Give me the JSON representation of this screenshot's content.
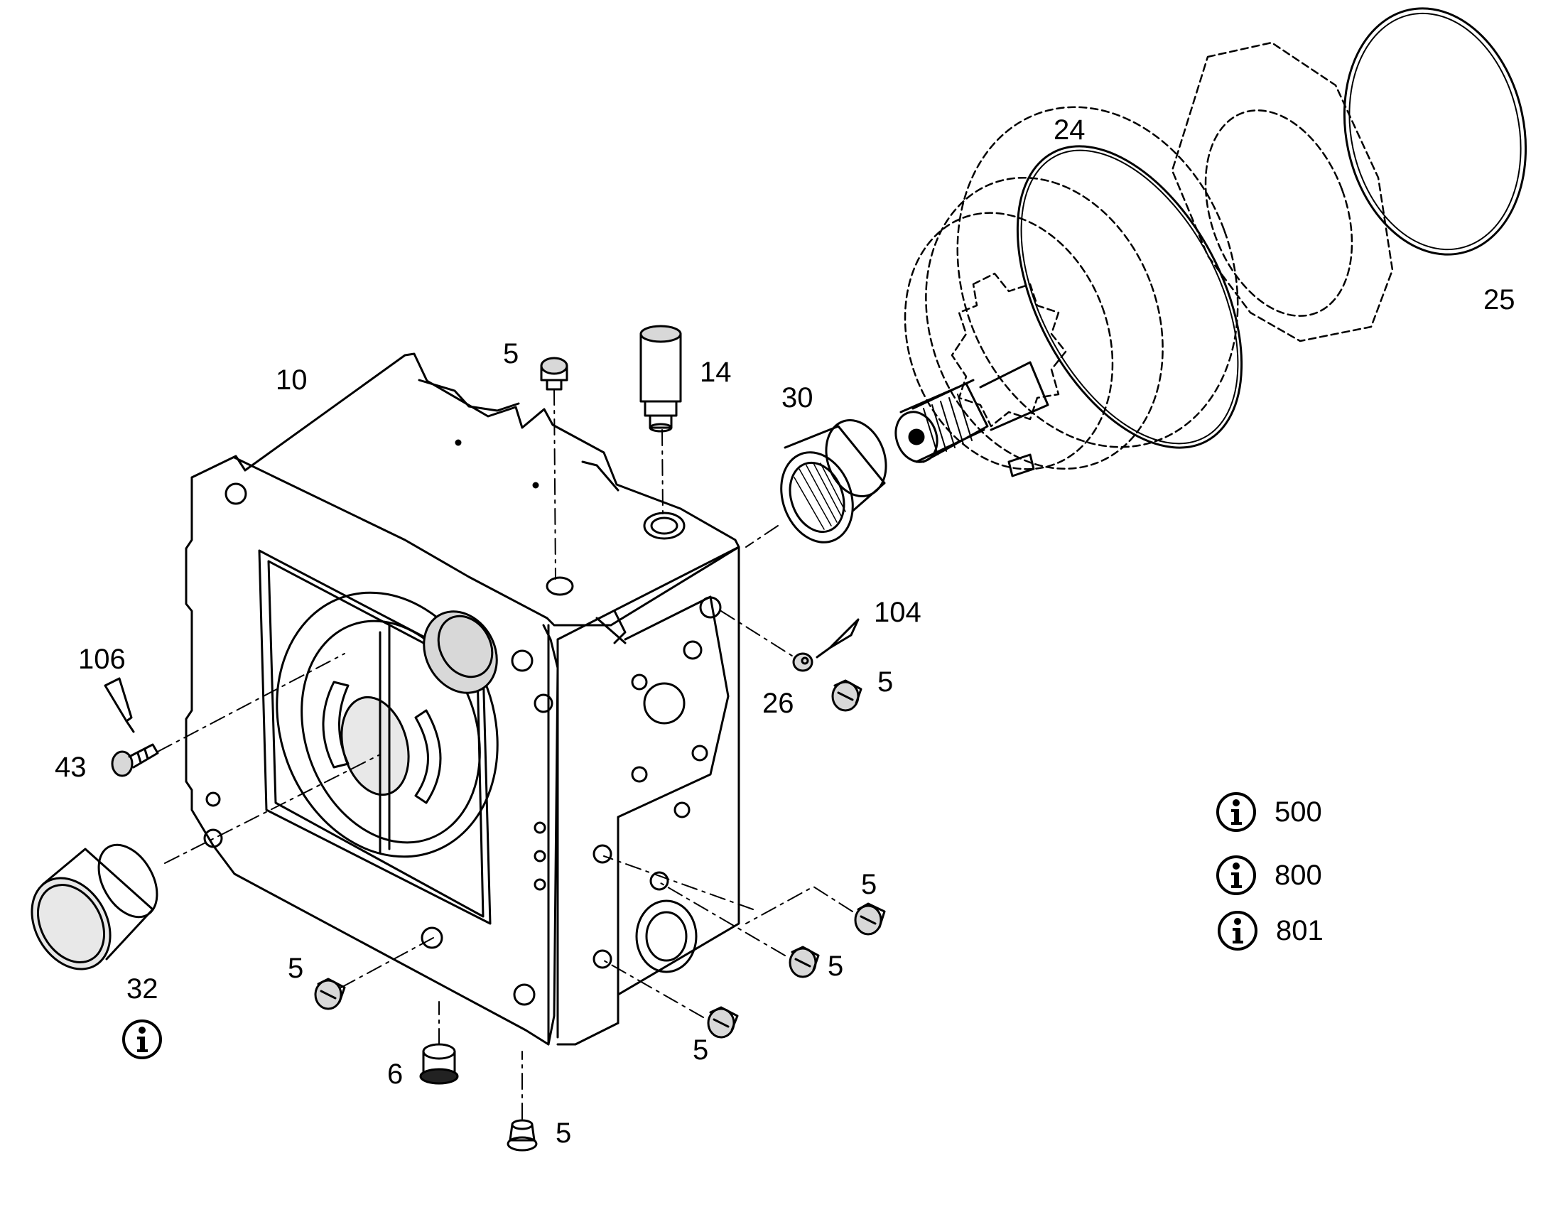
{
  "labels": {
    "housing": "10",
    "plug_top": "5",
    "valve_14": "14",
    "bearing_30": "30",
    "gear_pump_24": "24",
    "o_ring_25": "25",
    "plug_104": "104",
    "orifice_26": "26",
    "plug_right_1": "5",
    "label_106": "106",
    "screw_43": "43",
    "bushing_32": "32",
    "plug_left_bottom": "5",
    "plug_6": "6",
    "plug_bottom": "5",
    "plug_front_low": "5",
    "plug_front_mid": "5",
    "plug_right_2": "5"
  },
  "info_notes": [
    {
      "icon": "info-icon",
      "text": "500"
    },
    {
      "icon": "info-icon",
      "text": "800"
    },
    {
      "icon": "info-icon",
      "text": "801"
    }
  ],
  "info_under_32": {
    "icon": "info-icon"
  },
  "colors": {
    "line": "#000000",
    "background": "#ffffff",
    "shade": "#d8d8d8"
  }
}
